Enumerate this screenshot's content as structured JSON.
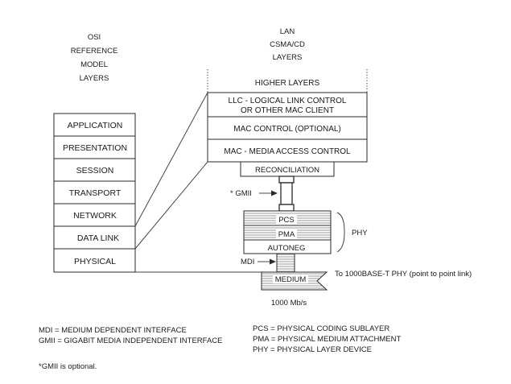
{
  "osi_header": [
    "OSI",
    "REFERENCE",
    "MODEL",
    "LAYERS"
  ],
  "lan_header": [
    "LAN",
    "CSMA/CD",
    "LAYERS"
  ],
  "osi_layers": [
    "APPLICATION",
    "PRESENTATION",
    "SESSION",
    "TRANSPORT",
    "NETWORK",
    "DATA LINK",
    "PHYSICAL"
  ],
  "lan_layers": {
    "higher": "HIGHER LAYERS",
    "llc_line1": "LLC - LOGICAL LINK CONTROL",
    "llc_line2": "OR OTHER MAC CLIENT",
    "mac_control": "MAC CONTROL (OPTIONAL)",
    "mac": "MAC - MEDIA ACCESS CONTROL",
    "reconciliation": "RECONCILIATION"
  },
  "phy_stack": {
    "gmii": "* GMII",
    "pcs": "PCS",
    "pma": "PMA",
    "autoneg": "AUTONEG",
    "phy": "PHY",
    "mdi": "MDI",
    "medium": "MEDIUM",
    "speed": "1000 Mb/s",
    "to_phy": "To 1000BASE-T PHY (point to point link)"
  },
  "legend": {
    "left": [
      "MDI = MEDIUM DEPENDENT INTERFACE",
      "GMII = GIGABIT MEDIA INDEPENDENT INTERFACE"
    ],
    "right": [
      "PCS = PHYSICAL CODING SUBLAYER",
      "PMA = PHYSICAL MEDIUM ATTACHMENT",
      "PHY = PHYSICAL LAYER DEVICE"
    ],
    "note": "*GMII is optional."
  }
}
